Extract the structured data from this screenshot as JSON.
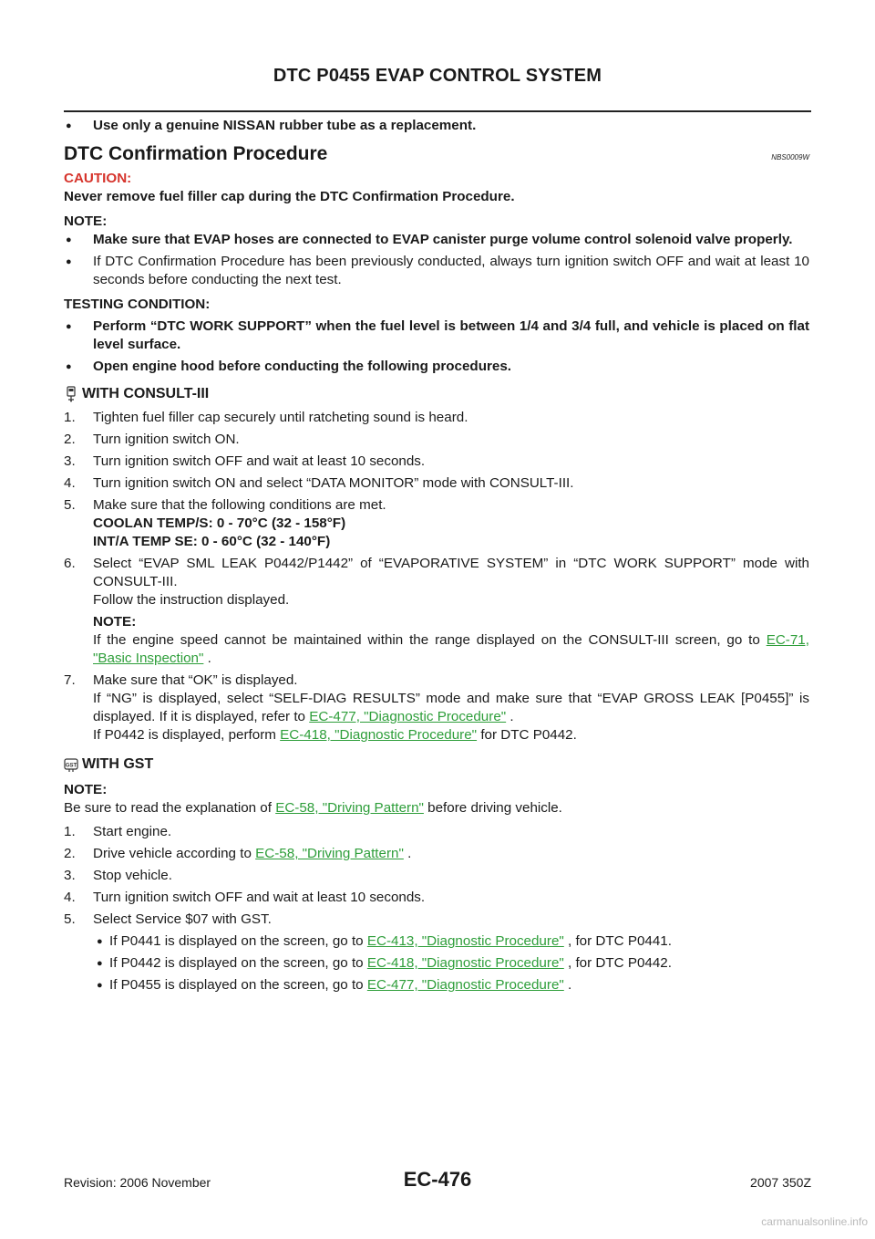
{
  "header": {
    "title": "DTC P0455 EVAP CONTROL SYSTEM"
  },
  "intro_bullet": "Use only a genuine NISSAN rubber tube as a replacement.",
  "section": {
    "title": "DTC Confirmation Procedure",
    "code": "NBS0009W"
  },
  "caution": {
    "label": "CAUTION:",
    "text": "Never remove fuel filler cap during the DTC Confirmation Procedure."
  },
  "note1": {
    "label": "NOTE:",
    "bullets": [
      "Make sure that EVAP hoses are connected to EVAP canister purge volume control solenoid valve properly.",
      "If DTC Confirmation Procedure has been previously conducted, always turn ignition switch OFF and wait at least 10 seconds before conducting the next test."
    ]
  },
  "testing": {
    "label": "TESTING CONDITION:",
    "bullets": [
      "Perform “DTC WORK SUPPORT” when the fuel level is between 1/4 and 3/4 full, and vehicle is placed on flat level surface.",
      "Open engine hood before conducting the following procedures."
    ]
  },
  "consult": {
    "heading": "WITH CONSULT-III",
    "icon": "consult-tool-icon",
    "step1": {
      "num": "1.",
      "text": "Tighten fuel filler cap securely until ratcheting sound is heard."
    },
    "step2": {
      "num": "2.",
      "text": "Turn ignition switch ON."
    },
    "step3": {
      "num": "3.",
      "text": "Turn ignition switch OFF and wait at least 10 seconds."
    },
    "step4": {
      "num": "4.",
      "text": "Turn ignition switch ON and select “DATA MONITOR” mode with CONSULT-III."
    },
    "step5": {
      "num": "5.",
      "text": "Make sure that the following conditions are met.",
      "cond1": "COOLAN TEMP/S: 0 - 70°C (32 - 158°F)",
      "cond2": "INT/A TEMP SE: 0 - 60°C (32 - 140°F)"
    },
    "step6": {
      "num": "6.",
      "text": "Select “EVAP SML LEAK P0442/P1442” of “EVAPORATIVE SYSTEM” in “DTC WORK SUPPORT” mode with CONSULT-III.",
      "follow": "Follow the instruction displayed.",
      "note_label": "NOTE:",
      "note_text": "If the engine speed cannot be maintained within the range displayed on the CONSULT-III screen, go to",
      "note_link": "EC-71, \"Basic Inspection\"",
      "note_end": "."
    },
    "step7": {
      "num": "7.",
      "text": "Make sure that “OK” is displayed.",
      "ng_text": "If “NG” is displayed, select “SELF-DIAG RESULTS” mode and make sure that “EVAP GROSS LEAK [P0455]” is displayed. If it is displayed, refer to",
      "ng_link": "EC-477, \"Diagnostic Procedure\"",
      "ng_end": ".",
      "p0442_text": "If P0442 is displayed, perform",
      "p0442_link": "EC-418, \"Diagnostic Procedure\"",
      "p0442_end": "for DTC P0442."
    }
  },
  "gst": {
    "heading": "WITH GST",
    "icon": "gst-tool-icon",
    "icon_text": "GST",
    "note_label": "NOTE:",
    "note_text": "Be sure to read the explanation of",
    "note_link": "EC-58, \"Driving Pattern\"",
    "note_end": "before driving vehicle.",
    "step1": {
      "num": "1.",
      "text": "Start engine."
    },
    "step2": {
      "num": "2.",
      "text": "Drive vehicle according to",
      "link": "EC-58, \"Driving Pattern\"",
      "end": "."
    },
    "step3": {
      "num": "3.",
      "text": "Stop vehicle."
    },
    "step4": {
      "num": "4.",
      "text": "Turn ignition switch OFF and wait at least 10 seconds."
    },
    "step5": {
      "num": "5.",
      "text": "Select Service $07 with GST.",
      "sub1": {
        "text": "If P0441 is displayed on the screen, go to",
        "link": "EC-413, \"Diagnostic Procedure\"",
        "end": ", for DTC P0441."
      },
      "sub2": {
        "text": "If P0442 is displayed on the screen, go to",
        "link": "EC-418, \"Diagnostic Procedure\"",
        "end": ", for DTC P0442."
      },
      "sub3": {
        "text": "If P0455 is displayed on the screen, go to",
        "link": "EC-477, \"Diagnostic Procedure\"",
        "end": "."
      }
    }
  },
  "footer": {
    "revision": "Revision: 2006 November",
    "page": "EC-476",
    "model": "2007 350Z",
    "watermark": "carmanualsonline.info"
  },
  "colors": {
    "caution": "#d6332b",
    "link": "#2e9e3a"
  }
}
